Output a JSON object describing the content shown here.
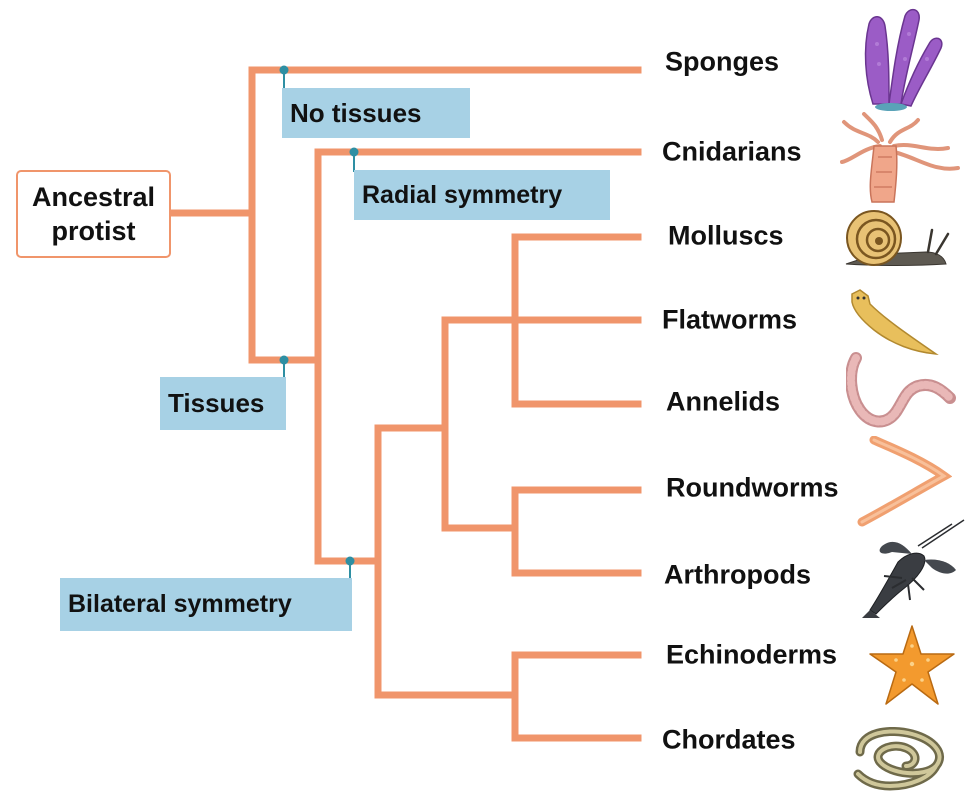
{
  "root_label": "Ancestral\nprotist",
  "characters": {
    "no_tissues": "No tissues",
    "tissues": "Tissues",
    "radial_symmetry": "Radial symmetry",
    "bilateral_symmetry": "Bilateral symmetry"
  },
  "taxa": [
    "Sponges",
    "Cnidarians",
    "Molluscs",
    "Flatworms",
    "Annelids",
    "Roundworms",
    "Arthropods",
    "Echinoderms",
    "Chordates"
  ],
  "icons": [
    "sponge-icon",
    "jellyfish-icon",
    "snail-icon",
    "flatworm-icon",
    "earthworm-icon",
    "roundworm-icon",
    "lobster-icon",
    "sea-star-icon",
    "snake-icon"
  ],
  "colors": {
    "branch": "#f0956b",
    "label_bg": "#a7d1e5",
    "node_dot": "#2e8fa3"
  }
}
